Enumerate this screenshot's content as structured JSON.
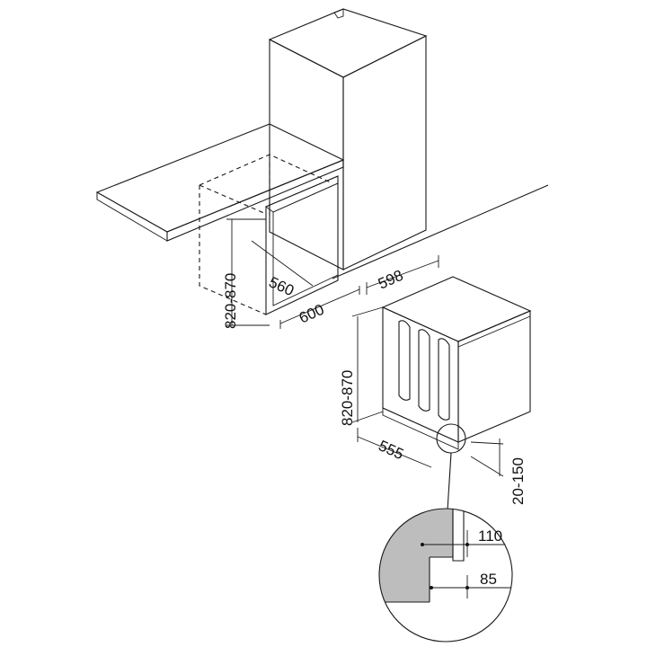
{
  "dimensions": {
    "niche_height": "820-870",
    "niche_depth": "560",
    "niche_width": "600",
    "appliance_width": "598",
    "appliance_height": "820-870",
    "appliance_depth": "555",
    "foot_adjust": "20-150",
    "detail_upper": "110",
    "detail_lower": "85"
  },
  "colors": {
    "panel_light": "#d9d9d9",
    "panel_mid": "#bdbdbd",
    "panel_dark": "#9e9e9e",
    "line": "#1a1a1a"
  }
}
